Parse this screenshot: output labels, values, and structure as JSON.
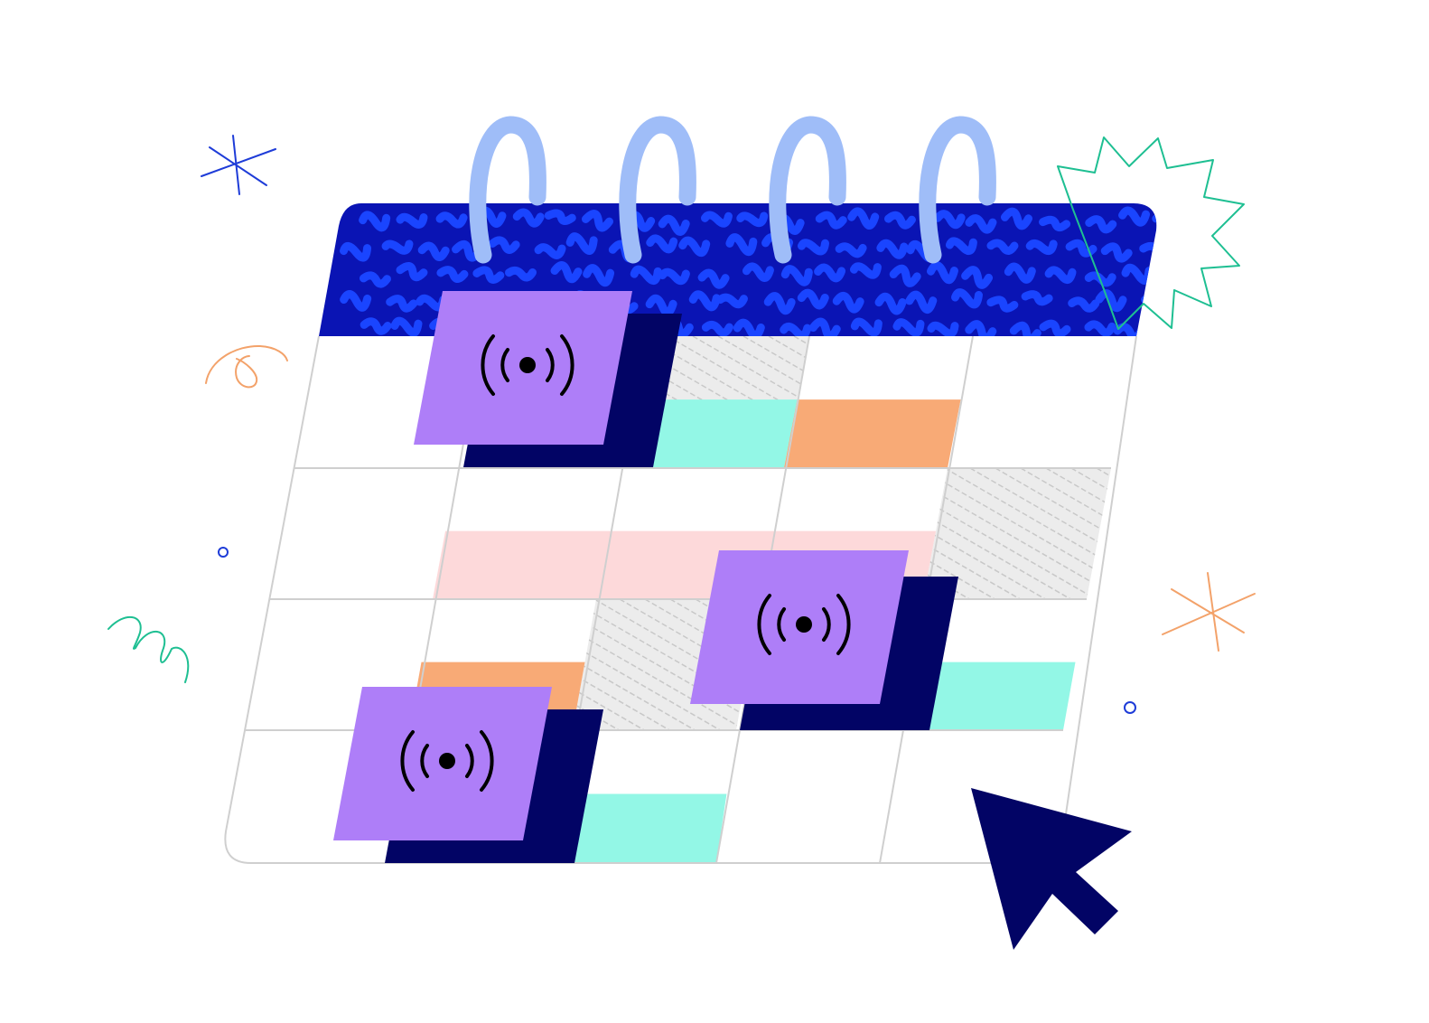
{
  "colors": {
    "background": "#ffffff",
    "header_base": "#0a14b4",
    "header_squiggle": "#1a45ff",
    "ring": "#9fbdf8",
    "grid_line": "#cfcfcf",
    "hatch_fill": "#ececec",
    "hatch_line": "#c8c8c8",
    "teal": "#93f7e6",
    "orange": "#f8aa76",
    "pink": "#fdd9da",
    "card": "#ae7ef8",
    "card_shadow": "#020465",
    "cursor": "#020465",
    "doodle_blue": "#1e3cd8",
    "doodle_green": "#1ebf92",
    "doodle_orange": "#f3a26a"
  },
  "calendar": {
    "rows": 4,
    "columns": 5,
    "hatched_cells": [
      [
        0,
        2
      ],
      [
        1,
        4
      ],
      [
        2,
        2
      ]
    ],
    "events": [
      {
        "row": 0,
        "col_start": 2,
        "col_end": 2,
        "color": "teal"
      },
      {
        "row": 0,
        "col_start": 3,
        "col_end": 3,
        "color": "orange"
      },
      {
        "row": 1,
        "col_start": 1,
        "col_end": 3,
        "color": "pink"
      },
      {
        "row": 2,
        "col_start": 1,
        "col_end": 1,
        "color": "orange"
      },
      {
        "row": 2,
        "col_start": 4,
        "col_end": 4,
        "color": "teal"
      },
      {
        "row": 3,
        "col_start": 2,
        "col_end": 2,
        "color": "teal"
      }
    ],
    "ring_count": 4
  },
  "live_cards": [
    {
      "icon": "broadcast-icon"
    },
    {
      "icon": "broadcast-icon"
    },
    {
      "icon": "broadcast-icon"
    }
  ],
  "pointer": {
    "icon": "cursor-arrow-icon"
  },
  "decorations": [
    "asterisk-icon",
    "burst-star-icon",
    "curl-doodle-icon",
    "circle-dot-icon",
    "squiggle-doodle-icon",
    "asterisk-icon",
    "circle-dot-icon"
  ]
}
